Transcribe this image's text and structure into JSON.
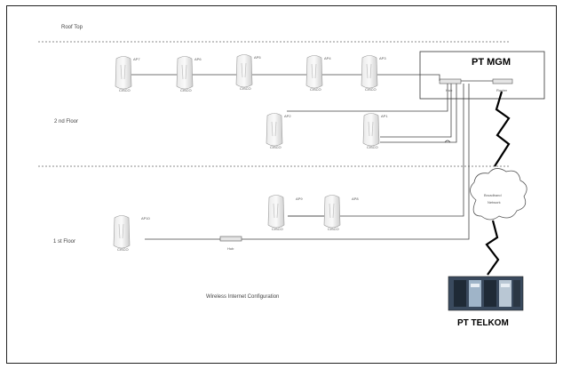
{
  "floors": {
    "roof": "Roof Top",
    "second": "2 nd Floor",
    "first": "1 st Floor"
  },
  "caption": "Wireless Internet Configuration",
  "office": {
    "name": "PT MGM",
    "hub_label": "Hub",
    "router_label": "Router"
  },
  "cloud_label": [
    "Broadband",
    "Network"
  ],
  "provider": {
    "name": "PT TELKOM"
  },
  "hub2_label": "Hub",
  "access_points": [
    {
      "id": "AP7",
      "model": "CISCO"
    },
    {
      "id": "AP6",
      "model": "CISCO"
    },
    {
      "id": "AP5",
      "model": "CISCO"
    },
    {
      "id": "AP4",
      "model": "CISCO"
    },
    {
      "id": "AP3",
      "model": "CISCO"
    },
    {
      "id": "AP2",
      "model": "CISCO"
    },
    {
      "id": "AP1",
      "model": "CISCO"
    },
    {
      "id": "AP9",
      "model": "CISCO"
    },
    {
      "id": "AP8",
      "model": "CISCO"
    },
    {
      "id": "AP10",
      "model": "CISCO"
    }
  ]
}
